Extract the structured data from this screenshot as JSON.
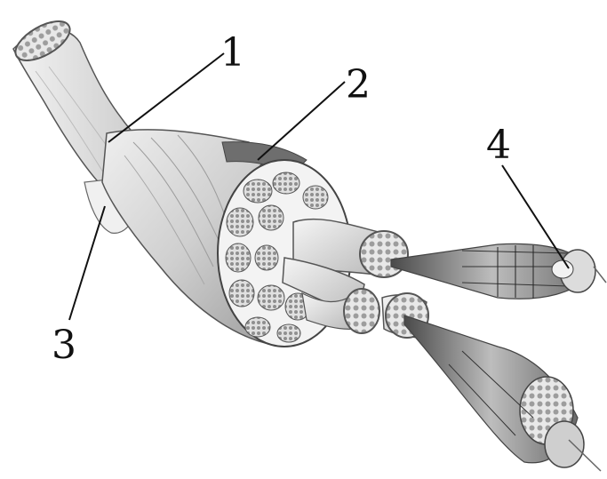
{
  "figure": {
    "labels": [
      {
        "id": "1",
        "text": "1"
      },
      {
        "id": "2",
        "text": "2"
      },
      {
        "id": "3",
        "text": "3"
      },
      {
        "id": "4",
        "text": "4"
      }
    ]
  },
  "colors": {
    "background": "#ffffff",
    "tissue_light": "#e6e6e6",
    "tissue_mid": "#c9c9c9",
    "tissue_dark": "#8c8c8c",
    "fascicle_fill": "#b5b5b5",
    "line": "#111111"
  }
}
